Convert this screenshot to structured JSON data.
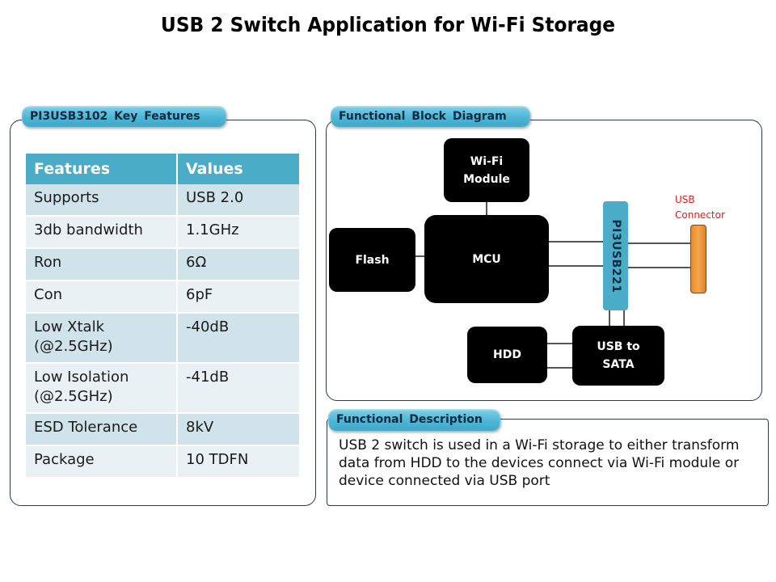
{
  "slide": {
    "title": "USB 2 Switch Application for Wi-Fi Storage"
  },
  "features_panel": {
    "label": "PI3USB3102  Key Features",
    "table": {
      "headers": [
        "Features",
        "Values"
      ],
      "rows": [
        {
          "feature": "Supports",
          "value": "USB 2.0"
        },
        {
          "feature": "3db bandwidth",
          "value": "1.1GHz"
        },
        {
          "feature": "Ron",
          "value": "6Ω"
        },
        {
          "feature": "Con",
          "value": "6pF"
        },
        {
          "feature": "Low Xtalk (@2.5GHz)",
          "value": "-40dB"
        },
        {
          "feature": "Low Isolation (@2.5GHz)",
          "value": "-41dB"
        },
        {
          "feature": "ESD Tolerance",
          "value": "8kV"
        },
        {
          "feature": "Package",
          "value": "10  TDFN"
        }
      ]
    }
  },
  "block_diagram_panel": {
    "label": "Functional  Block Diagram",
    "blocks": {
      "wifi_line1": "Wi-Fi",
      "wifi_line2": "Module",
      "mcu": "MCU",
      "flash": "Flash",
      "hdd": "HDD",
      "usb_sata_line1": "USB to",
      "usb_sata_line2": "SATA",
      "switch_chip": "PI3USB221",
      "connector_line1": "USB",
      "connector_line2": "Connector"
    },
    "colors": {
      "block": "#000000",
      "chip": "#4aacc6",
      "connector": "#f29a3f",
      "connector_label": "#e01e1e"
    }
  },
  "description_panel": {
    "label": "Functional  Description",
    "text": "USB 2 switch is used in a Wi-Fi storage to either transform data from HDD to the devices connect via Wi-Fi module or device connected via USB port"
  }
}
